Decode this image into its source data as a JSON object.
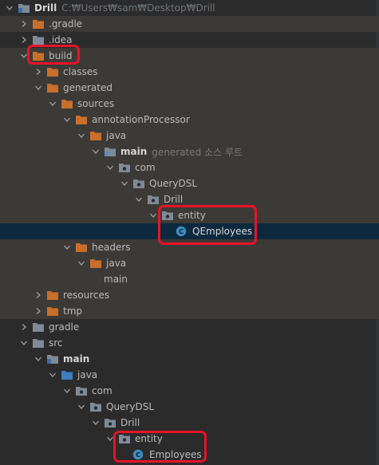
{
  "colors": {
    "folder": "#c86f2c",
    "gray_folder": "#7f8a96",
    "class_icon": "#3a8fc4",
    "highlight": "#e8132a",
    "selected_row": "#0d293e",
    "excluded_row": "#3c3a36",
    "background": "#2b2b2b"
  },
  "tree": [
    {
      "label": "Drill",
      "secondary": "C:₩Users₩sam₩Desktop₩Drill",
      "chevron": "down",
      "icon": "gray-module-folder-icon",
      "bold": true
    },
    {
      "label": ".gradle",
      "chevron": "right",
      "icon": "orange-folder-icon",
      "excluded": true
    },
    {
      "label": ".idea",
      "chevron": "right",
      "icon": "gray-folder-icon"
    },
    {
      "label": "build",
      "chevron": "down",
      "icon": "orange-folder-icon",
      "excluded": true
    },
    {
      "label": "classes",
      "chevron": "right",
      "icon": "orange-folder-icon",
      "excluded": true
    },
    {
      "label": "generated",
      "chevron": "down",
      "icon": "orange-folder-icon",
      "excluded": true
    },
    {
      "label": "sources",
      "chevron": "down",
      "icon": "orange-folder-icon",
      "excluded": true
    },
    {
      "label": "annotationProcessor",
      "chevron": "down",
      "icon": "orange-folder-icon",
      "excluded": true
    },
    {
      "label": "java",
      "chevron": "down",
      "icon": "orange-folder-icon",
      "excluded": true
    },
    {
      "label": "main",
      "secondary": "generated 소스 루트",
      "chevron": "down",
      "icon": "gray-source-folder-icon",
      "bold": true,
      "excluded": true
    },
    {
      "label": "com",
      "chevron": "down",
      "icon": "package-icon",
      "excluded": true
    },
    {
      "label": "QueryDSL",
      "chevron": "down",
      "icon": "package-icon",
      "excluded": true
    },
    {
      "label": "Drill",
      "chevron": "down",
      "icon": "package-icon",
      "excluded": true
    },
    {
      "label": "entity",
      "chevron": "down",
      "icon": "package-icon",
      "excluded": true
    },
    {
      "label": "QEmployees",
      "chevron": "none",
      "icon": "class-icon",
      "selected": true
    },
    {
      "label": "headers",
      "chevron": "down",
      "icon": "orange-folder-icon",
      "excluded": true
    },
    {
      "label": "java",
      "chevron": "down",
      "icon": "orange-folder-icon",
      "excluded": true
    },
    {
      "label": "main",
      "chevron": "none",
      "icon": "none",
      "excluded": true
    },
    {
      "label": "resources",
      "chevron": "right",
      "icon": "orange-folder-icon",
      "excluded": true
    },
    {
      "label": "tmp",
      "chevron": "right",
      "icon": "orange-folder-icon",
      "excluded": true
    },
    {
      "label": "gradle",
      "chevron": "right",
      "icon": "gray-folder-icon"
    },
    {
      "label": "src",
      "chevron": "down",
      "icon": "gray-folder-icon"
    },
    {
      "label": "main",
      "chevron": "down",
      "icon": "gray-module-folder-icon",
      "bold": true
    },
    {
      "label": "java",
      "chevron": "down",
      "icon": "blue-source-folder-icon"
    },
    {
      "label": "com",
      "chevron": "down",
      "icon": "package-icon"
    },
    {
      "label": "QueryDSL",
      "chevron": "down",
      "icon": "package-icon"
    },
    {
      "label": "Drill",
      "chevron": "down",
      "icon": "package-icon"
    },
    {
      "label": "entity",
      "chevron": "down",
      "icon": "package-icon"
    },
    {
      "label": "Employees",
      "chevron": "none",
      "icon": "class-icon"
    }
  ]
}
